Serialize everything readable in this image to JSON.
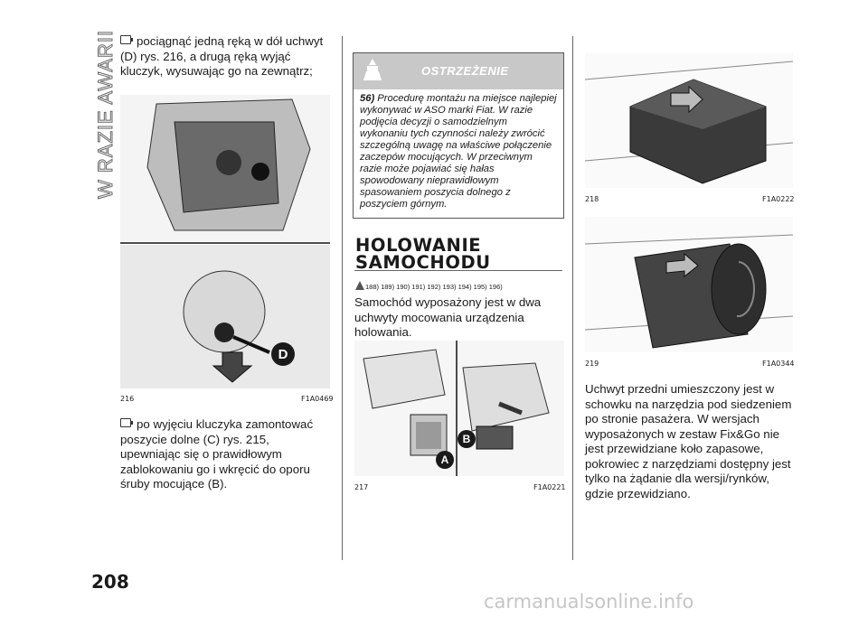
{
  "section_title": "W RAZIE AWARII",
  "page_number": "208",
  "col1": {
    "para1": "pociągnąć jedną ręką w dół uchwyt (D) rys. 216, a drugą ręką wyjąć kluczyk, wysuwając go na zewnątrz;",
    "fig216": {
      "num": "216",
      "code": "F1A0469",
      "callout": "D"
    },
    "para2": "po wyjęciu kluczyka zamontować poszycie dolne (C) rys. 215, upewniając się o prawidłowym zablokowaniu go i wkręcić do oporu śruby mocujące (B)."
  },
  "col2": {
    "warning_title": "OSTRZEŻENIE",
    "warning_num": "56)",
    "warning_text": "Procedurę montażu na miejsce najlepiej wykonywać w ASO marki Fiat. W razie podjęcia decyzji o samodzielnym wykonaniu tych czynności należy zwrócić szczególną uwagę na właściwe połączenie zaczepów mocujących. W przeciwnym razie może pojawiać się hałas spowodowany nieprawidłowym spasowaniem poszycia dolnego z poszyciem górnym.",
    "heading_line1": "HOLOWANIE",
    "heading_line2": "SAMOCHODU",
    "refs": "188)   189)   190)   191)   192)   193)   194)   195)   196)",
    "para": "Samochód wyposażony jest w dwa uchwyty mocowania urządzenia holowania.",
    "fig217": {
      "num": "217",
      "code": "F1A0221",
      "callout_a": "A",
      "callout_b": "B"
    }
  },
  "col3": {
    "fig218": {
      "num": "218",
      "code": "F1A0222"
    },
    "fig219": {
      "num": "219",
      "code": "F1A0344"
    },
    "para": "Uchwyt przedni umieszczony jest w schowku na narzędzia pod siedzeniem po stronie pasażera. W wersjach wyposażonych w zestaw Fix&Go nie jest przewidziane koło zapasowe, pokrowiec z narzędziami dostępny jest tylko na żądanie dla wersji/rynków, gdzie przewidziano."
  },
  "watermark": "carmanualsonline.info"
}
